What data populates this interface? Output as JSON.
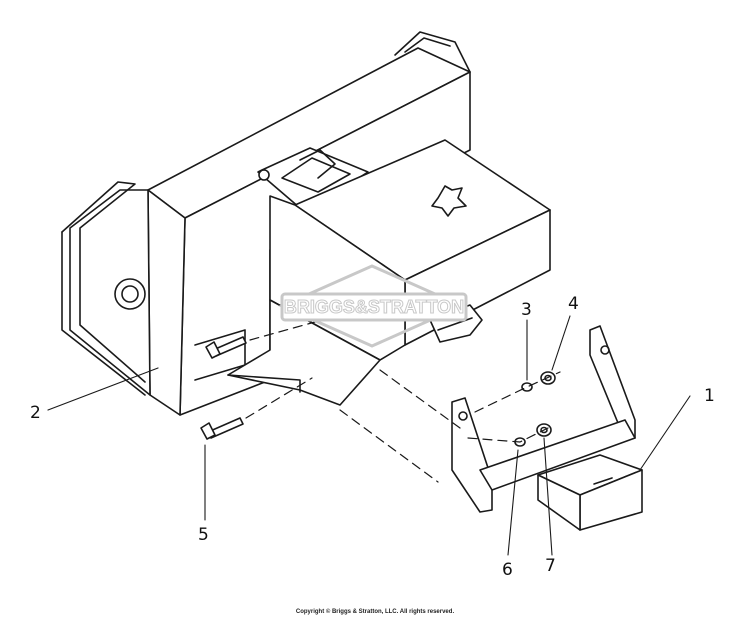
{
  "watermark": {
    "text": "BRIGGS&STRATTON"
  },
  "callouts": [
    {
      "id": "1",
      "label": "1"
    },
    {
      "id": "2",
      "label": "2"
    },
    {
      "id": "3",
      "label": "3"
    },
    {
      "id": "4",
      "label": "4"
    },
    {
      "id": "5",
      "label": "5"
    },
    {
      "id": "6",
      "label": "6"
    },
    {
      "id": "7",
      "label": "7"
    }
  ],
  "footer": {
    "copyright": "Copyright © Briggs & Stratton, LLC. All rights reserved."
  },
  "colors": {
    "line": "#1a1a1a",
    "watermark": "#c8c8c8",
    "background": "#ffffff"
  }
}
